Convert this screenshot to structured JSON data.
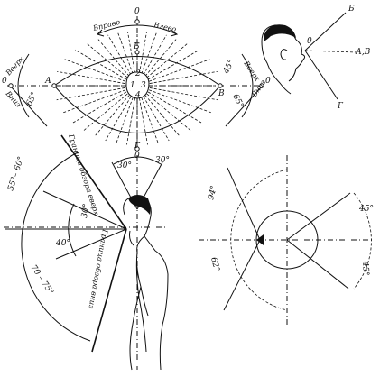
{
  "top_view": {
    "top_zero": "0",
    "left_zero": "0",
    "right_zero": "0",
    "bottom_zero": "0",
    "right_turn": "Вправо",
    "left_turn": "Влево",
    "up_left": "Вверх",
    "down_left": "Вниз",
    "up_right": "Вверх",
    "down_right": "Вниз",
    "angle_45_right": "45°",
    "angle_65_left": "65°",
    "angle_65_right": "65°",
    "point_a": "А",
    "point_b": "Б",
    "point_v": "В",
    "point_g": "Г",
    "zone_1": "1",
    "zone_2": "2",
    "zone_3": "3",
    "zone_4": "4"
  },
  "head_diagram": {
    "zero": "0",
    "label_b": "Б",
    "label_av": "А,В",
    "label_g": "Г"
  },
  "side_view": {
    "angle_30_left": "30°",
    "angle_30_right": "30°",
    "upper_range": "55°– 60°",
    "lower_range": "70 – 75°",
    "angle_30_inner": "30°",
    "angle_40_inner": "40°",
    "upper_limit": "Граница обзора вверх",
    "lower_limit": "Граница обзора вниз"
  },
  "plan_view": {
    "angle_94": "94°",
    "angle_62": "62°",
    "angle_45_top": "45°",
    "angle_45_bottom": "45°"
  }
}
